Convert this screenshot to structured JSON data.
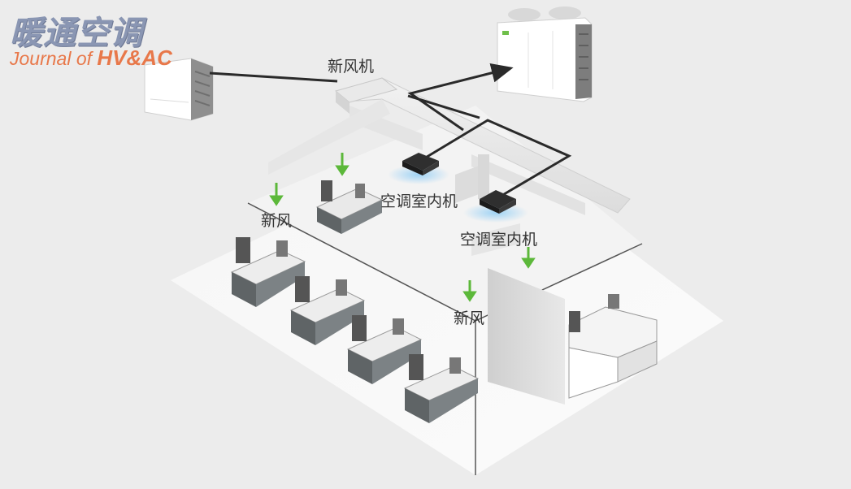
{
  "logo": {
    "cn": "暖通空调",
    "en_prefix": "Journal of ",
    "en_bold": "HV&AC"
  },
  "labels": {
    "fresh_air_unit": "新风机",
    "indoor_unit_1": "空调室内机",
    "indoor_unit_2": "空调室内机",
    "fresh_air_left": "新风",
    "fresh_air_center": "新风"
  },
  "colors": {
    "background": "#ececec",
    "pipe": "#2a2a2a",
    "arrow_green": "#5cb83a",
    "logo_blue": "#8a96b3",
    "logo_orange": "#e8784a"
  }
}
